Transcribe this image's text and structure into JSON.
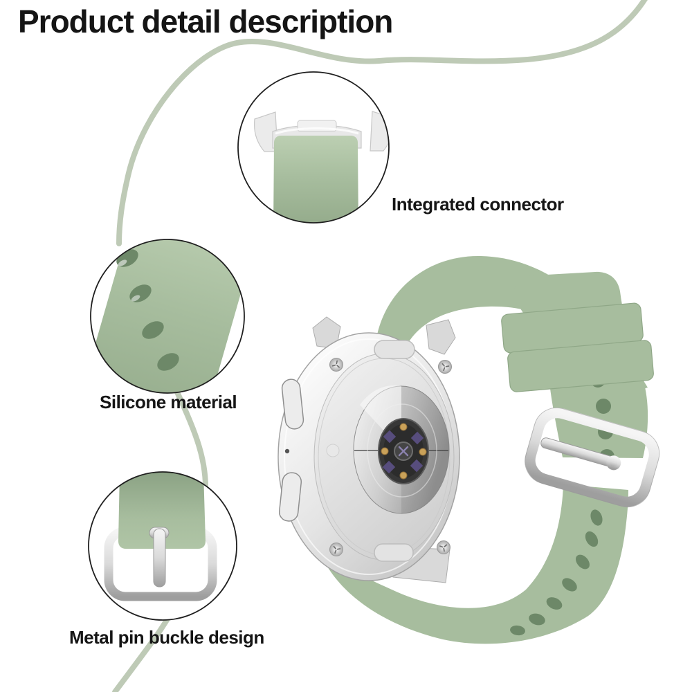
{
  "page": {
    "title": "Product detail description"
  },
  "callouts": {
    "connector": {
      "label": "Integrated connector"
    },
    "silicone": {
      "label": "Silicone material"
    },
    "buckle": {
      "label": "Metal pin buckle design"
    }
  },
  "colors": {
    "band_green": "#a7bd9e",
    "band_green_light": "#bccfb2",
    "band_green_dark": "#8fa787",
    "hole_green": "#6d8868",
    "curve_green": "#becab6",
    "silver_light": "#f5f5f5",
    "silver_dark": "#9e9e9e",
    "sensor_dark": "#373737",
    "accent_purple": "#574d7d",
    "contact_gold": "#c9a159",
    "outline_black": "#1f1f1f",
    "text_black": "#151515"
  }
}
